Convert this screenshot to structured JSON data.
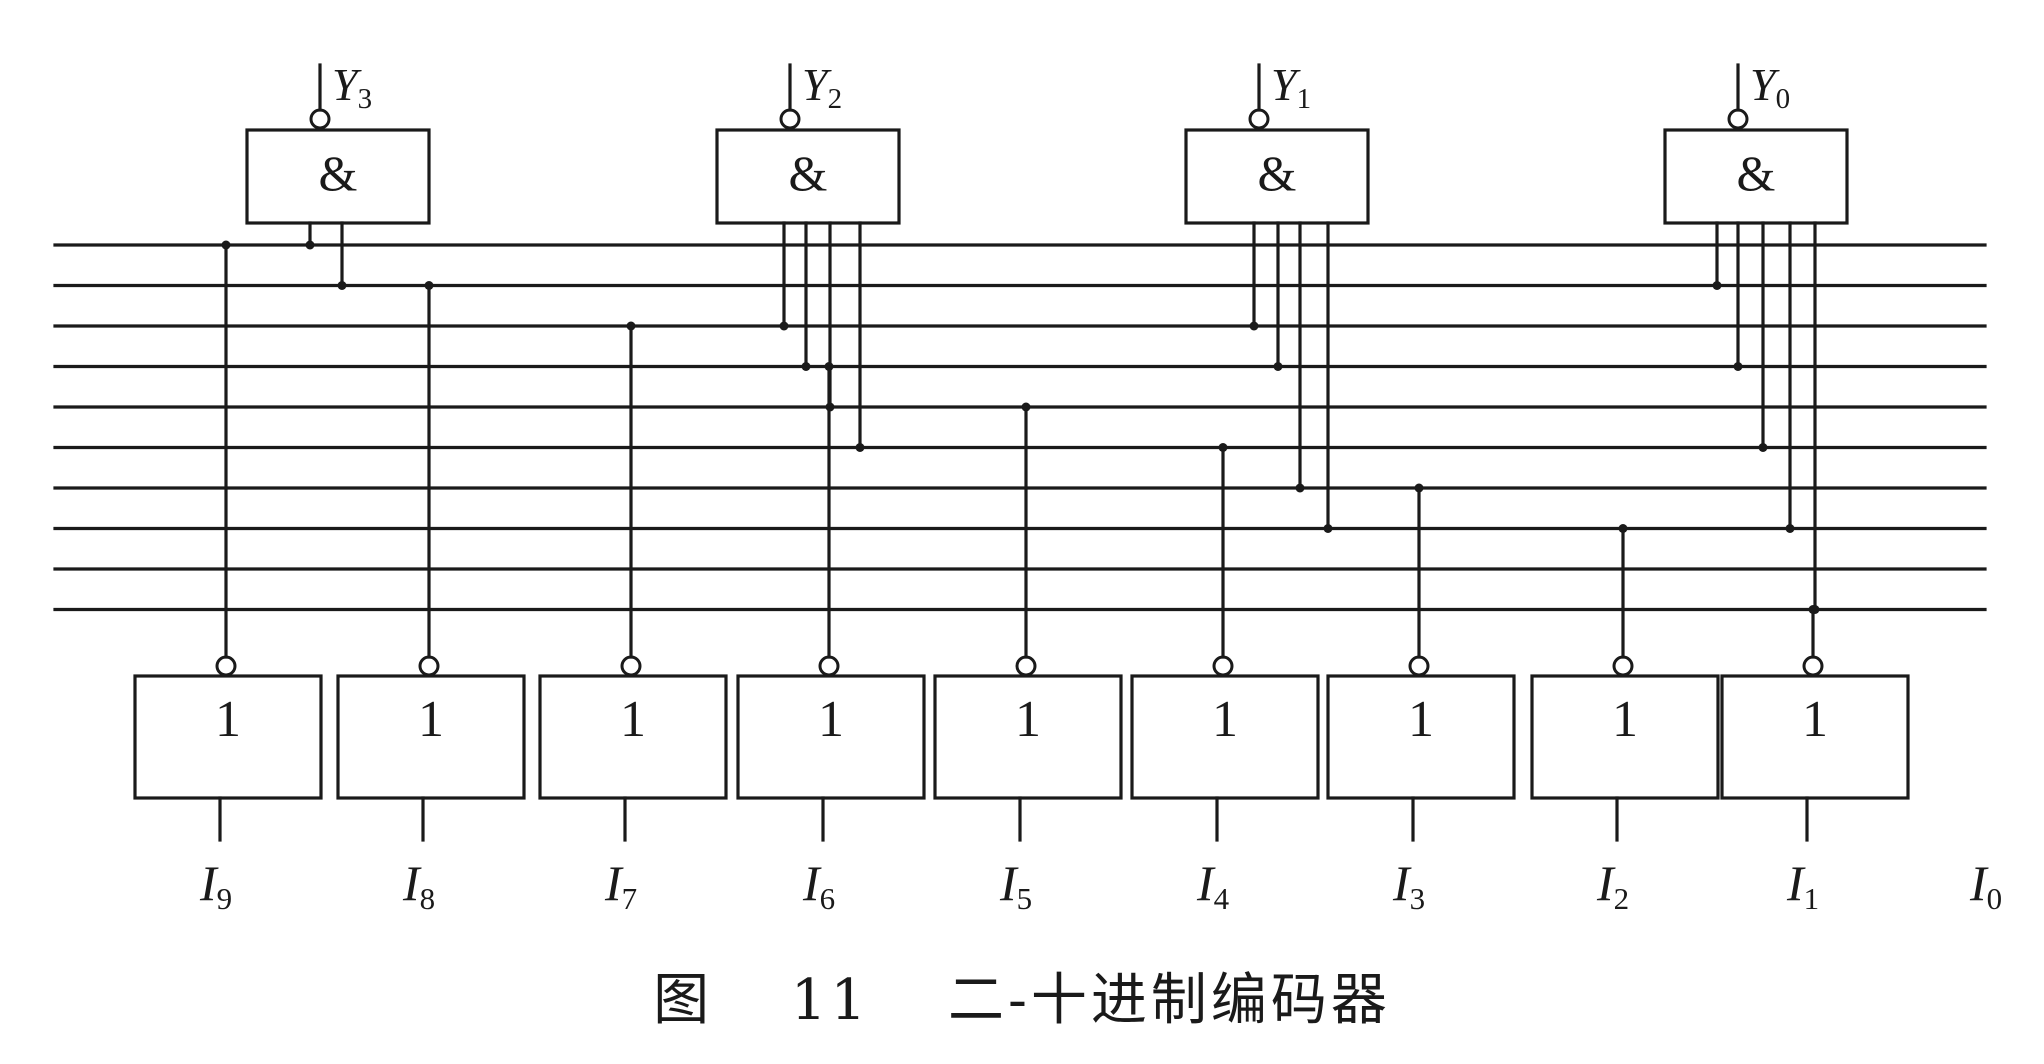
{
  "caption": {
    "prefix": "图",
    "number": "11",
    "title": "二-十进制编码器"
  },
  "and_gates": [
    {
      "symbol": "&",
      "output": {
        "letter": "Y",
        "sub": "3"
      },
      "inputs": [
        10,
        9
      ]
    },
    {
      "symbol": "&",
      "output": {
        "letter": "Y",
        "sub": "2"
      },
      "inputs": [
        8,
        7,
        6,
        5
      ]
    },
    {
      "symbol": "&",
      "output": {
        "letter": "Y",
        "sub": "1"
      },
      "inputs": [
        8,
        7,
        4,
        3
      ]
    },
    {
      "symbol": "&",
      "output": {
        "letter": "Y",
        "sub": "0"
      },
      "inputs": [
        9,
        7,
        5,
        3,
        1
      ]
    }
  ],
  "not_gates": [
    {
      "symbol": "1",
      "input": {
        "letter": "I",
        "sub": "9"
      },
      "bus": 10
    },
    {
      "symbol": "1",
      "input": {
        "letter": "I",
        "sub": "8"
      },
      "bus": 9
    },
    {
      "symbol": "1",
      "input": {
        "letter": "I",
        "sub": "7"
      },
      "bus": 8
    },
    {
      "symbol": "1",
      "input": {
        "letter": "I",
        "sub": "6"
      },
      "bus": 7
    },
    {
      "symbol": "1",
      "input": {
        "letter": "I",
        "sub": "5"
      },
      "bus": 6
    },
    {
      "symbol": "1",
      "input": {
        "letter": "I",
        "sub": "4"
      },
      "bus": 5
    },
    {
      "symbol": "1",
      "input": {
        "letter": "I",
        "sub": "3"
      },
      "bus": 4
    },
    {
      "symbol": "1",
      "input": {
        "letter": "I",
        "sub": "2"
      },
      "bus": 3
    },
    {
      "symbol": "1",
      "input": {
        "letter": "I",
        "sub": "1"
      },
      "bus": 1
    }
  ],
  "unconnected_input": {
    "letter": "I",
    "sub": "0"
  }
}
